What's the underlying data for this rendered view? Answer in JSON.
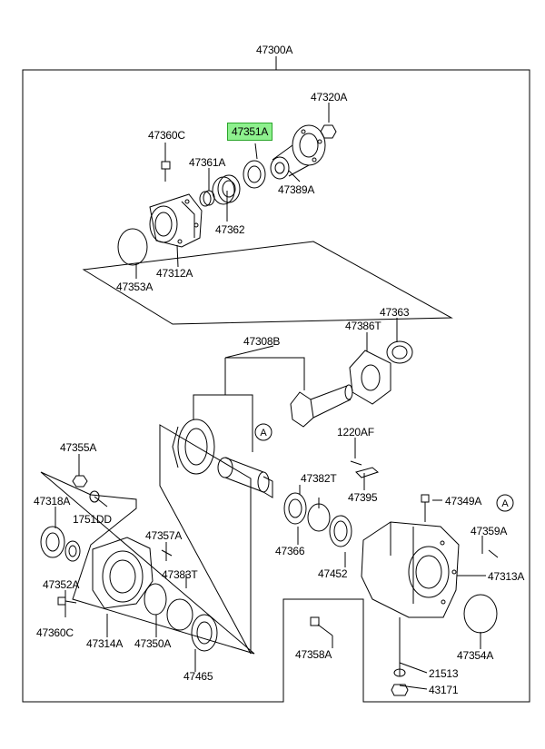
{
  "assembly_number": "47300A",
  "highlighted_part": "47351A",
  "reference_marker": "A",
  "parts": {
    "p47320A": "47320A",
    "p47351A": "47351A",
    "p47360C_top": "47360C",
    "p47361A": "47361A",
    "p47389A": "47389A",
    "p47362": "47362",
    "p47312A": "47312A",
    "p47353A": "47353A",
    "p47363": "47363",
    "p47386T": "47386T",
    "p47308B": "47308B",
    "p1220AF": "1220AF",
    "p47355A": "47355A",
    "p47382T": "47382T",
    "p47395": "47395",
    "p47318A": "47318A",
    "p47349A": "47349A",
    "p1751DD": "1751DD",
    "p47359A": "47359A",
    "p47357A": "47357A",
    "p47366": "47366",
    "p47452": "47452",
    "p47313A": "47313A",
    "p47383T": "47383T",
    "p47352A": "47352A",
    "p47360C_bottom": "47360C",
    "p47314A": "47314A",
    "p47350A": "47350A",
    "p47358A": "47358A",
    "p47354A": "47354A",
    "p47465": "47465",
    "p21513": "21513",
    "p43171": "43171"
  }
}
